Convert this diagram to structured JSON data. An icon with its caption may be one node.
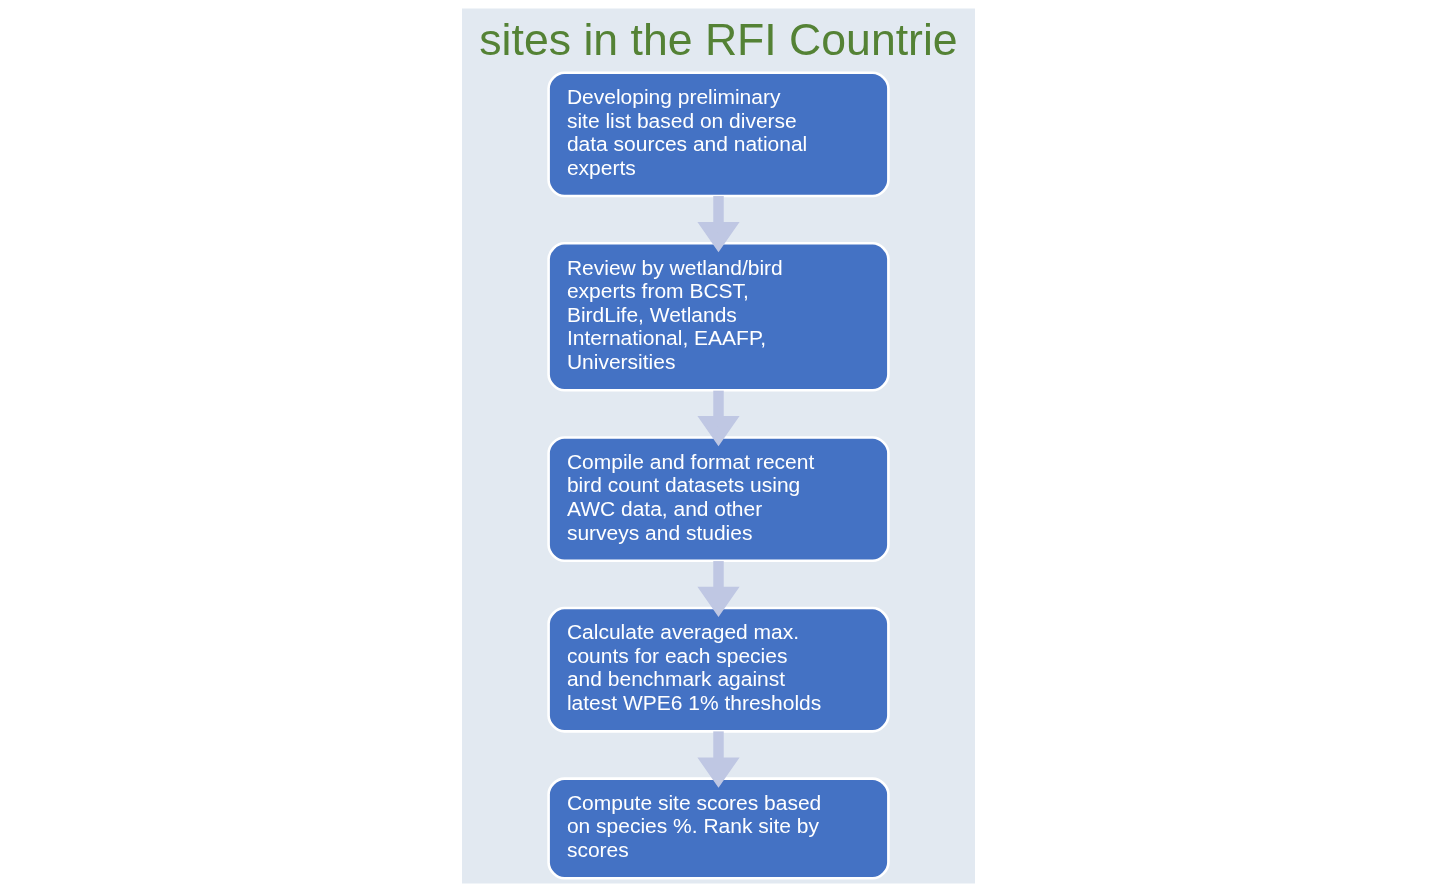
{
  "diagram": {
    "title": "sites in the RFI Countrie",
    "nodes": [
      {
        "text": [
          "Developing preliminary site list based on diverse data sources and national experts"
        ]
      },
      {
        "text": [
          "Review by wetland/bird experts from BCST, BirdLife, Wetlands International, EAAFP, Universities"
        ]
      },
      {
        "text": [
          "Compile and format recent bird count datasets using AWC data, and other surveys and studies"
        ]
      },
      {
        "text": [
          "Calculate averaged max. counts for each species and benchmark against latest WPE6 1% thresholds"
        ]
      },
      {
        "text": [
          "Compute site scores based on species %. Rank site by scores"
        ]
      }
    ],
    "edges": [
      {
        "from": 0,
        "to": 1,
        "arrow": "to"
      },
      {
        "from": 1,
        "to": 2,
        "arrow": "to"
      },
      {
        "from": 2,
        "to": 3,
        "arrow": "to"
      },
      {
        "from": 3,
        "to": 4,
        "arrow": "to"
      }
    ]
  }
}
